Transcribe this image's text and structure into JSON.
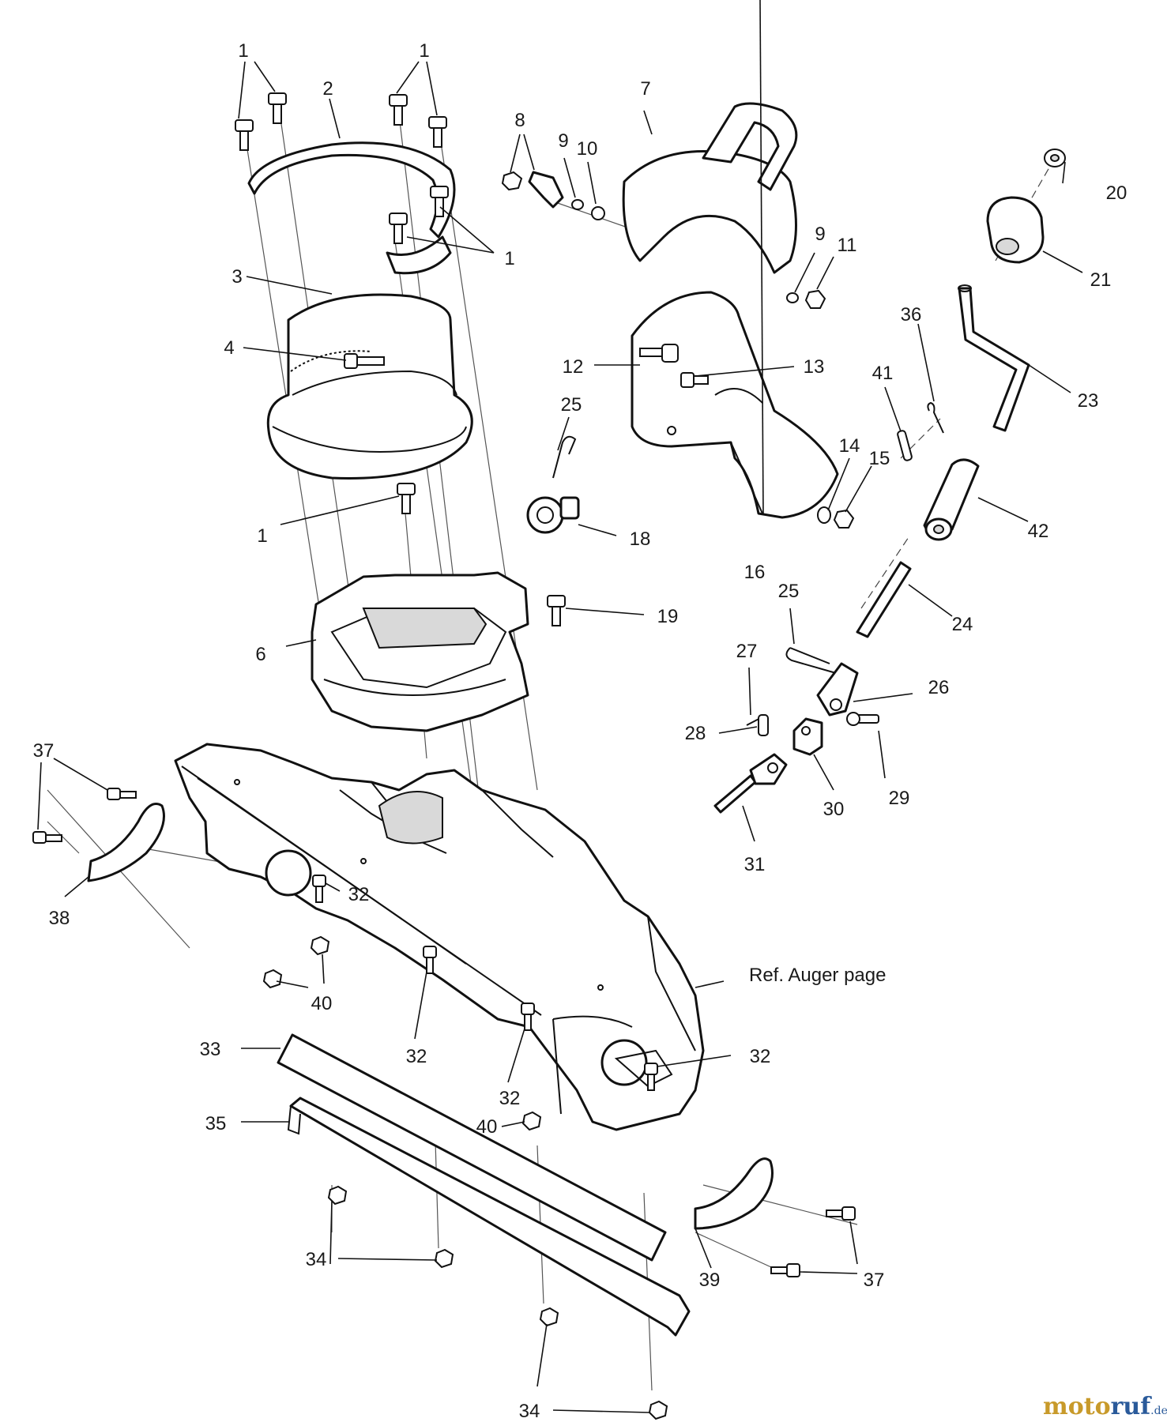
{
  "labels": {
    "p1a": "1",
    "p1b": "1",
    "p1c": "1",
    "p1d": "1",
    "p2": "2",
    "p3": "3",
    "p4": "4",
    "p6": "6",
    "p7": "7",
    "p8": "8",
    "p9a": "9",
    "p9b": "9",
    "p10": "10",
    "p11": "11",
    "p12": "12",
    "p13": "13",
    "p14": "14",
    "p15": "15",
    "p16": "16",
    "p18": "18",
    "p19": "19",
    "p20": "20",
    "p21": "21",
    "p23": "23",
    "p24": "24",
    "p25a": "25",
    "p25b": "25",
    "p26": "26",
    "p27": "27",
    "p28": "28",
    "p29": "29",
    "p30": "30",
    "p31": "31",
    "p32a": "32",
    "p32b": "32",
    "p32c": "32",
    "p32d": "32",
    "p33": "33",
    "p34a": "34",
    "p34b": "34",
    "p35": "35",
    "p36": "36",
    "p37a": "37",
    "p37b": "37",
    "p38": "38",
    "p39": "39",
    "p40a": "40",
    "p40b": "40",
    "p41": "41",
    "p42": "42"
  },
  "reference_note": "Ref. Auger page",
  "watermark": {
    "part1": "moto",
    "part2": "ruf",
    "part3": ".de"
  }
}
